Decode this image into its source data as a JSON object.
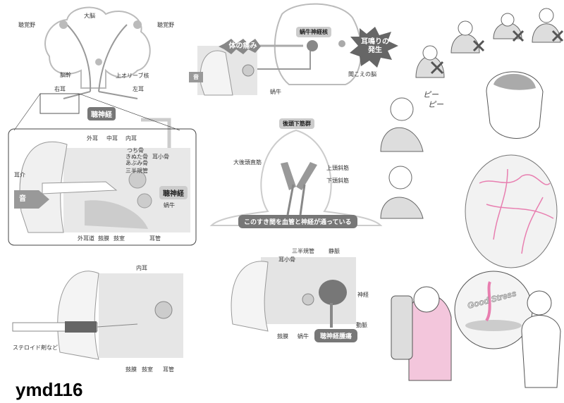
{
  "brain_pathway": {
    "cerebrum": "大脳",
    "auditory_cortex_left": "聴覚野",
    "auditory_cortex_right": "聴覚野",
    "brainstem": "脳幹",
    "superior_olive": "上オリーブ核",
    "right_ear": "右耳",
    "left_ear": "左耳",
    "auditory_nerve": "聴神経"
  },
  "ear_anatomy": {
    "outer_ear": "外耳",
    "middle_ear": "中耳",
    "inner_ear": "内耳",
    "malleus": "つち骨",
    "incus": "きぬた骨",
    "stapes": "あぶみ骨",
    "ossicles": "耳小骨",
    "semicircular_canals": "三半規管",
    "auditory_nerve": "聴神経",
    "auricle": "耳介",
    "sound": "音",
    "cochlea": "蝸牛",
    "ear_canal": "外耳道",
    "eardrum": "鼓膜",
    "tympanic_cavity": "鼓室",
    "eustachian_tube": "耳管"
  },
  "tinnitus": {
    "body_pain": "体の痛み",
    "cochlear_nucleus": "蝸牛神経核",
    "tinnitus_onset": "耳鳴りの発生",
    "hearing_brain": "聞こえの脳",
    "cochlea": "蝸牛",
    "sound": "音"
  },
  "neck": {
    "title": "後頭下筋群",
    "rectus_major": "大後頭直筋",
    "obliquus_superior": "上頭斜筋",
    "obliquus_inferior": "下頭斜筋",
    "banner": "このすき間を血管と神経が通っている"
  },
  "tumor": {
    "ossicles": "耳小骨",
    "semicircular_canals": "三半規管",
    "vein": "静脈",
    "nerve": "神経",
    "artery": "動脈",
    "eardrum": "鼓膜",
    "cochlea": "蝸牛",
    "banner": "聴神経腫瘍"
  },
  "injection": {
    "inner_ear": "内耳",
    "steroid": "ステロイド剤など",
    "eardrum": "鼓膜",
    "tympanic_cavity": "鼓室",
    "eustachian_tube": "耳管"
  },
  "cartoons": {
    "beep1": "ピー",
    "beep2": "ピー",
    "good_stress": "Good Stress"
  },
  "watermark": "ymd116",
  "colors": {
    "accent_pink": "#e87fb0",
    "badge_gray": "#777777",
    "fill_gray": "#d6d6d6"
  }
}
